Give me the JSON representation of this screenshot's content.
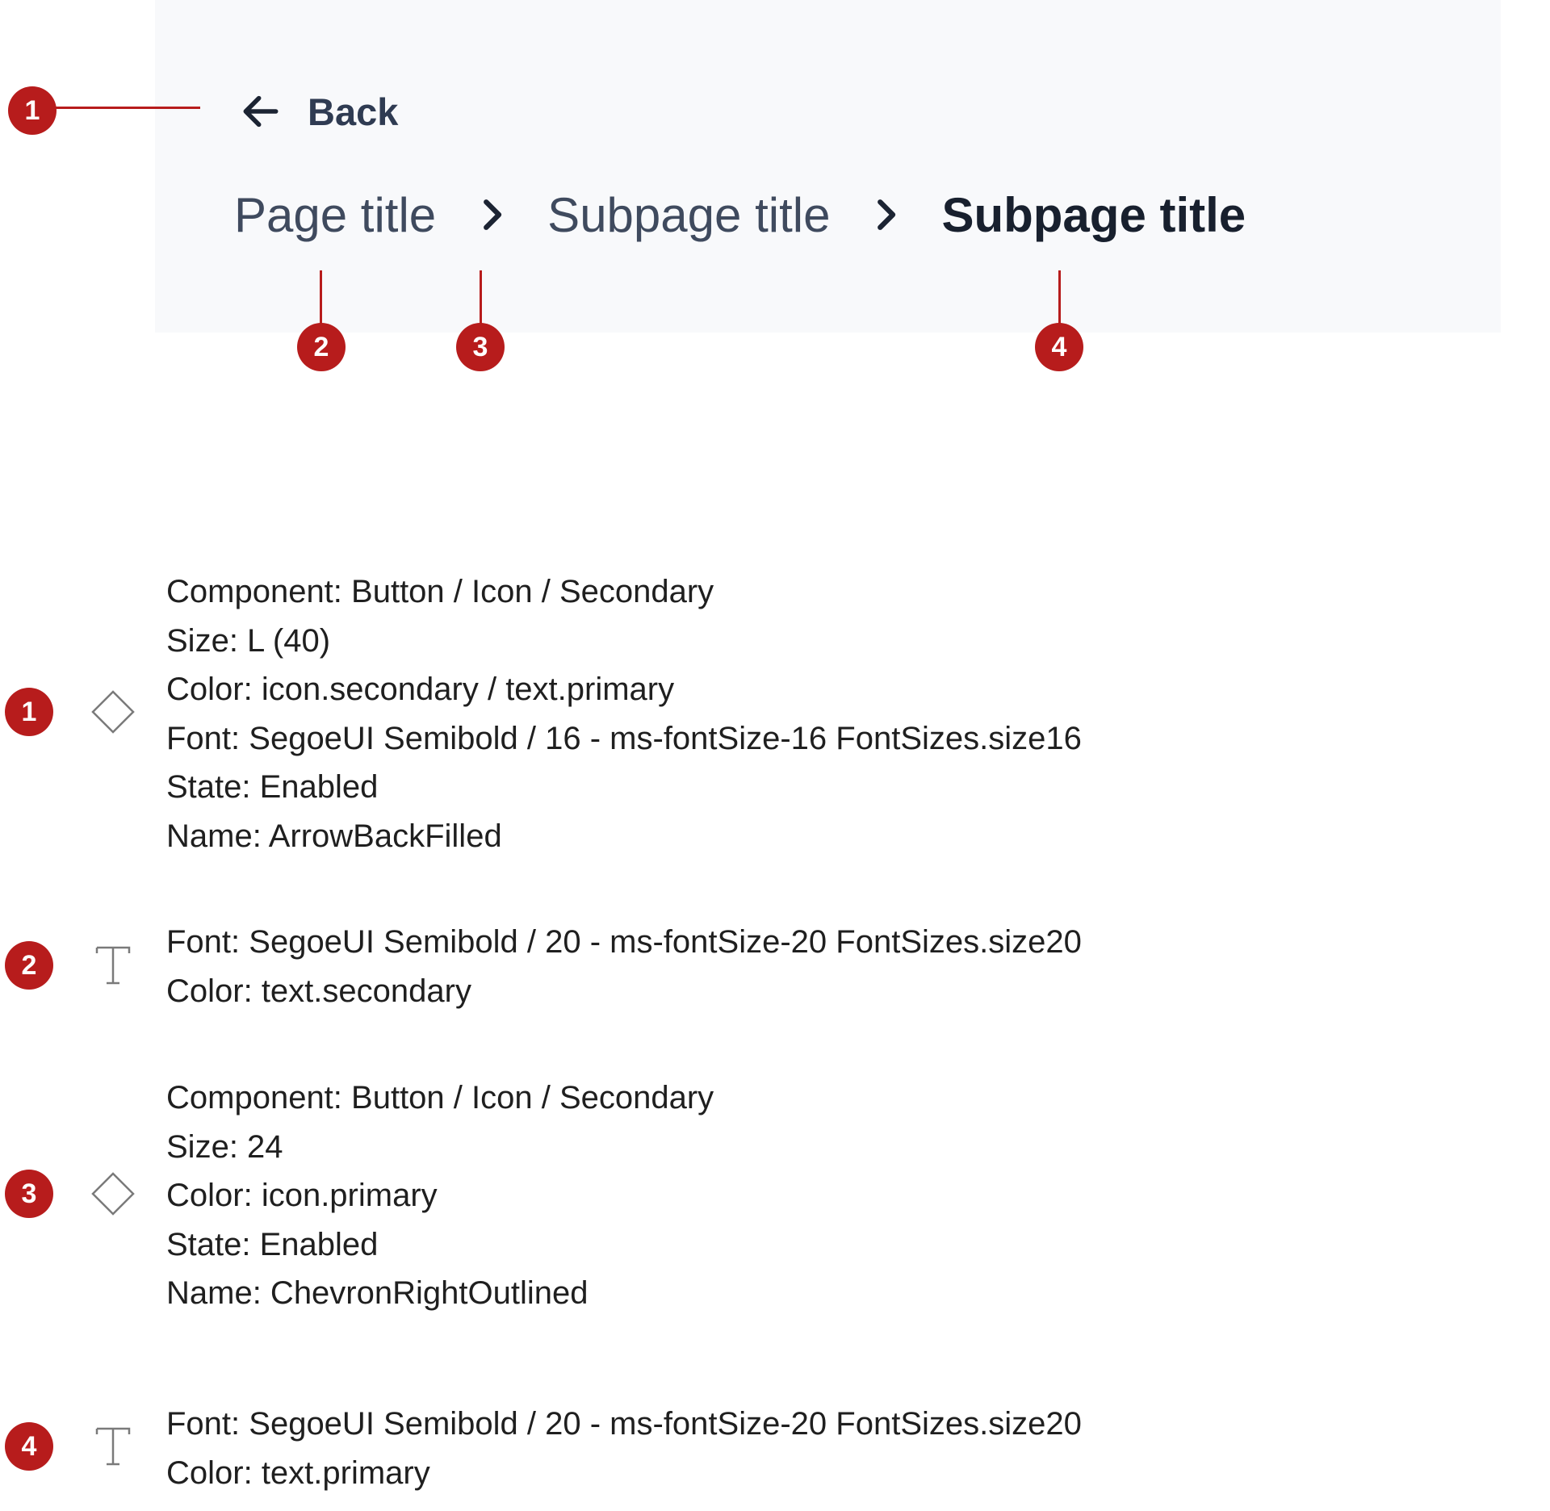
{
  "preview": {
    "back_label": "Back",
    "breadcrumbs": [
      "Page title",
      "Subpage title",
      "Subpage title"
    ]
  },
  "callouts": [
    "1",
    "2",
    "3",
    "4"
  ],
  "legend": [
    {
      "marker": "1",
      "icon": "component-diamond-icon",
      "lines": [
        "Component: Button / Icon / Secondary",
        "Size: L (40)",
        "Color: icon.secondary / text.primary",
        "Font: SegoeUI Semibold / 16 - ms-fontSize-16 FontSizes.size16",
        "State: Enabled",
        "Name: ArrowBackFilled"
      ]
    },
    {
      "marker": "2",
      "icon": "text-type-icon",
      "lines": [
        "Font: SegoeUI Semibold / 20 - ms-fontSize-20 FontSizes.size20",
        "Color: text.secondary"
      ]
    },
    {
      "marker": "3",
      "icon": "component-diamond-icon",
      "lines": [
        "Component: Button / Icon / Secondary",
        "Size: 24",
        "Color: icon.primary",
        "State: Enabled",
        "Name: ChevronRightOutlined"
      ]
    },
    {
      "marker": "4",
      "icon": "text-type-icon",
      "lines": [
        "Font: SegoeUI Semibold / 20 - ms-fontSize-20 FontSizes.size20",
        "Color: text.primary"
      ]
    }
  ],
  "colors": {
    "marker": "#b71c1c",
    "preview_bg": "#f8f9fb",
    "text_primary": "#18202e",
    "text_secondary": "#3f4a5e"
  }
}
